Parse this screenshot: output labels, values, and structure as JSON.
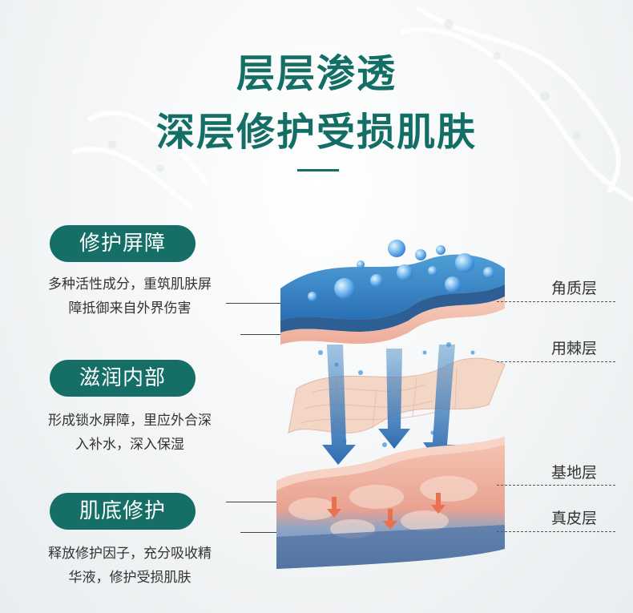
{
  "heading": {
    "line1": "层层渗透",
    "line2": "深层修护受损肌肤"
  },
  "features": [
    {
      "label": "修护屏障",
      "desc_line1": "多种活性成分，重筑肌肤屏",
      "desc_line2": "障抵御来自外界伤害"
    },
    {
      "label": "滋润内部",
      "desc_line1": "形成锁水屏障，里应外合深",
      "desc_line2": "入补水，深入保湿"
    },
    {
      "label": "肌底修护",
      "desc_line1": "释放修护因子，充分吸收精",
      "desc_line2": "华液，修护受损肌肤"
    }
  ],
  "skin_layers": [
    "角质层",
    "用棘层",
    "基地层",
    "真皮层"
  ],
  "colors": {
    "brand": "#136e66",
    "pill": "#156f67"
  }
}
